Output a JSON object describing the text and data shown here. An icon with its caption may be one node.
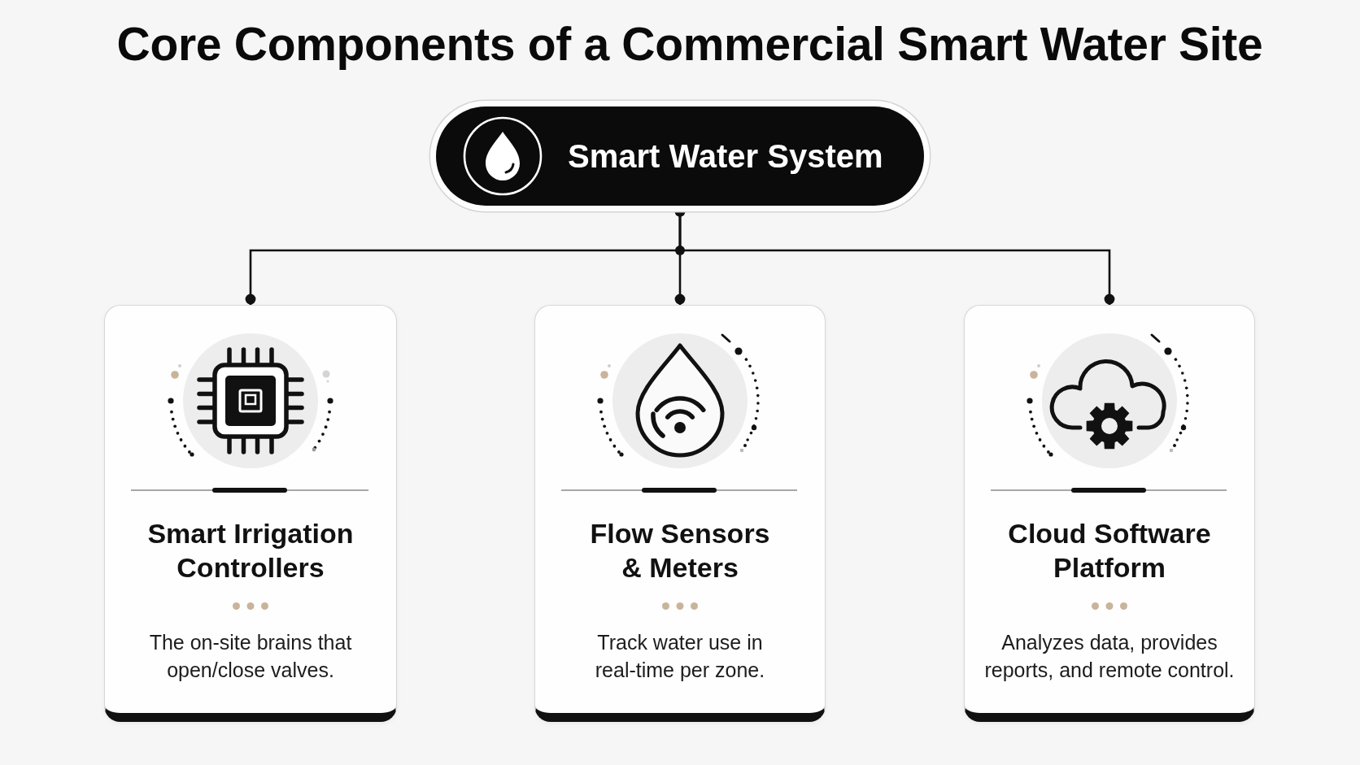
{
  "diagram": {
    "title": "Core Components of a Commercial Smart Water Site",
    "nodes": [
      {
        "text": [
          "Smart Water System"
        ]
      },
      {
        "text": [
          "Smart Irrigation Controllers",
          "The on-site brains that open/close valves."
        ]
      },
      {
        "text": [
          "Flow Sensors & Meters",
          "Track water use in real-time per zone."
        ]
      },
      {
        "text": [
          "Cloud Software Platform",
          "Analyzes data, provides reports, and remote control."
        ]
      }
    ],
    "edges": [
      {
        "from": 0,
        "to": 1,
        "arrow": "other"
      },
      {
        "from": 0,
        "to": 2,
        "arrow": "other"
      },
      {
        "from": 0,
        "to": 3,
        "arrow": "other"
      }
    ]
  }
}
